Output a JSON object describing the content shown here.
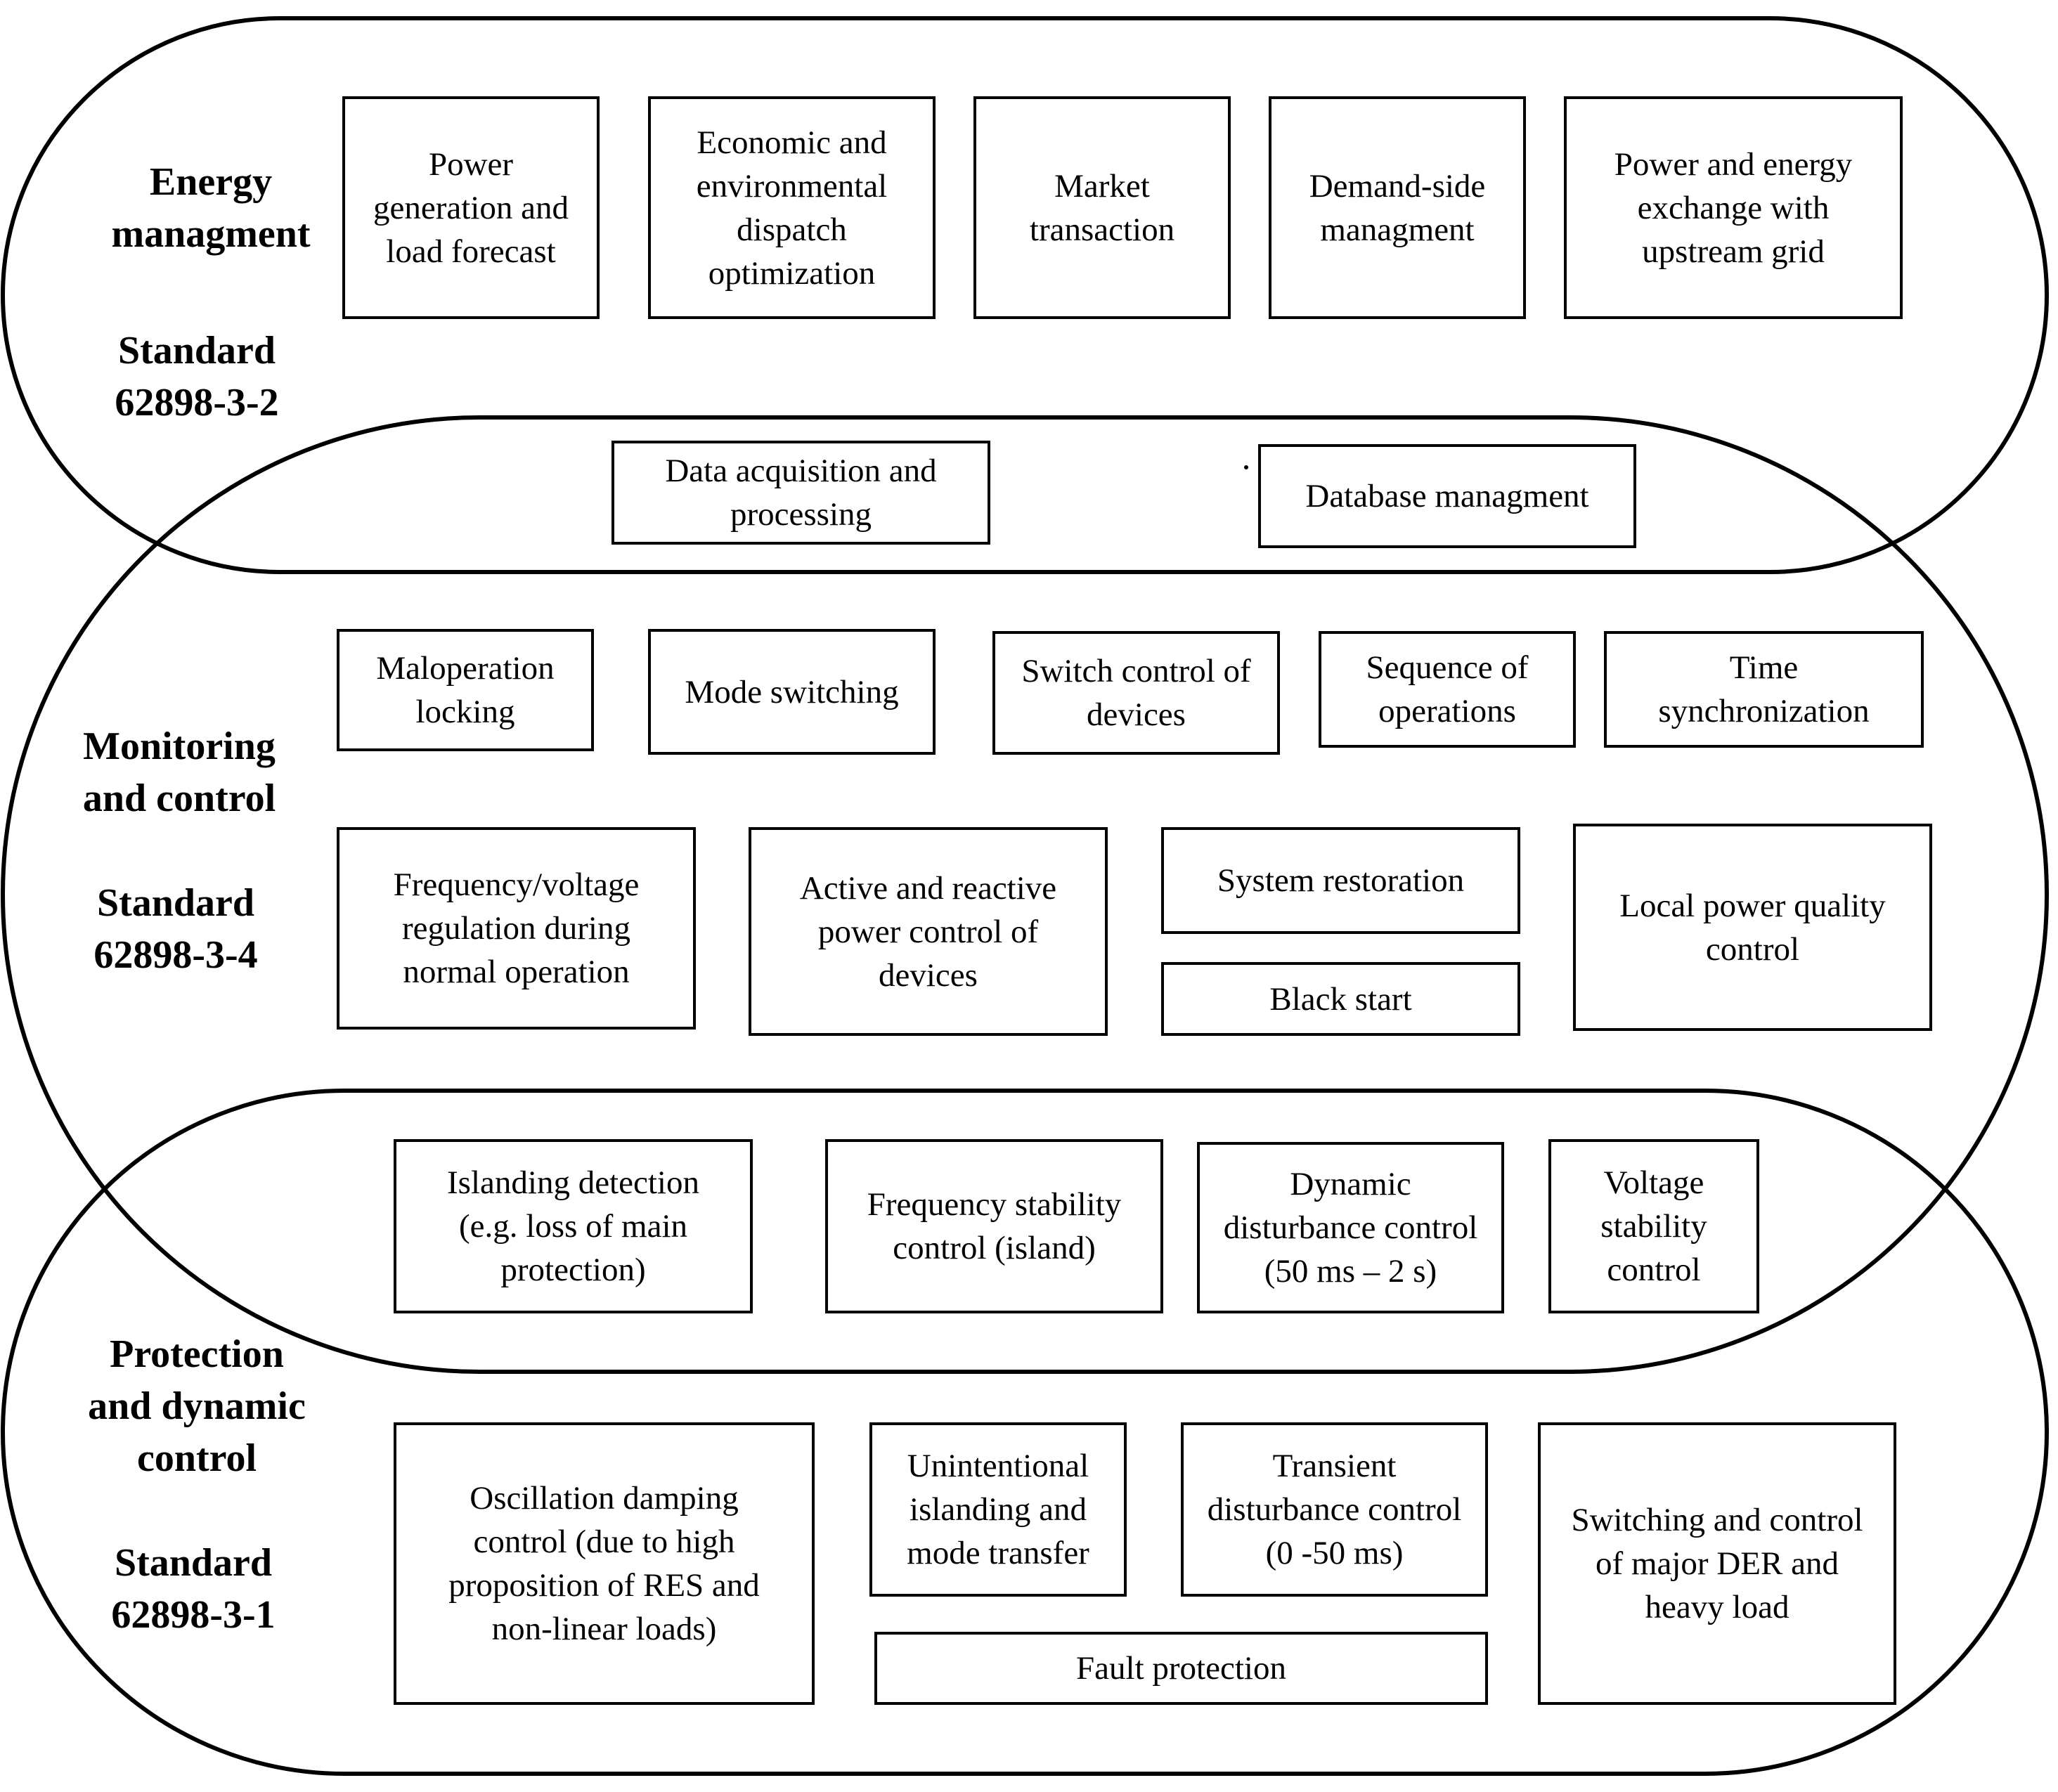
{
  "groups": {
    "energy": {
      "title": "Energy\nmanagment",
      "standard": "Standard\n62898-3-2"
    },
    "monitoring": {
      "title": "Monitoring\nand control",
      "standard": "Standard\n62898-3-4"
    },
    "protection": {
      "title": "Protection\nand dynamic\ncontrol",
      "standard": "Standard\n62898-3-1"
    }
  },
  "boxes": {
    "power_generation": "Power\ngeneration and\nload forecast",
    "economic_dispatch": "Economic and\nenvironmental\ndispatch\noptimization",
    "market_transaction": "Market\ntransaction",
    "demand_side": "Demand-side\nmanagment",
    "energy_exchange": "Power and energy\nexchange with\nupstream grid",
    "data_acquisition": "Data acquisition and\nprocessing",
    "database_management": "Database managment",
    "maloperation_locking": "Maloperation\nlocking",
    "mode_switching": "Mode switching",
    "switch_control": "Switch control of\ndevices",
    "sequence_operations": "Sequence of\noperations",
    "time_sync": "Time\nsynchronization",
    "freq_voltage_regulation": "Frequency/voltage\nregulation during\nnormal operation",
    "active_reactive": "Active and reactive\npower control of\ndevices",
    "system_restoration": "System restoration",
    "black_start": "Black start",
    "local_power_quality": "Local power quality\ncontrol",
    "islanding_detection": "Islanding detection\n(e.g. loss of main\nprotection)",
    "frequency_stability": "Frequency stability\ncontrol (island)",
    "dynamic_disturbance": "Dynamic\ndisturbance control\n(50 ms – 2 s)",
    "voltage_stability": "Voltage\nstability\ncontrol",
    "oscillation_damping": "Oscillation damping\ncontrol (due to high\nproposition of RES and\nnon-linear loads)",
    "unintentional_islanding": "Unintentional\nislanding and\nmode transfer",
    "transient_disturbance": "Transient\ndisturbance control\n(0 -50 ms)",
    "switching_major_der": "Switching and control\nof major DER and\nheavy load",
    "fault_protection": "Fault protection"
  }
}
